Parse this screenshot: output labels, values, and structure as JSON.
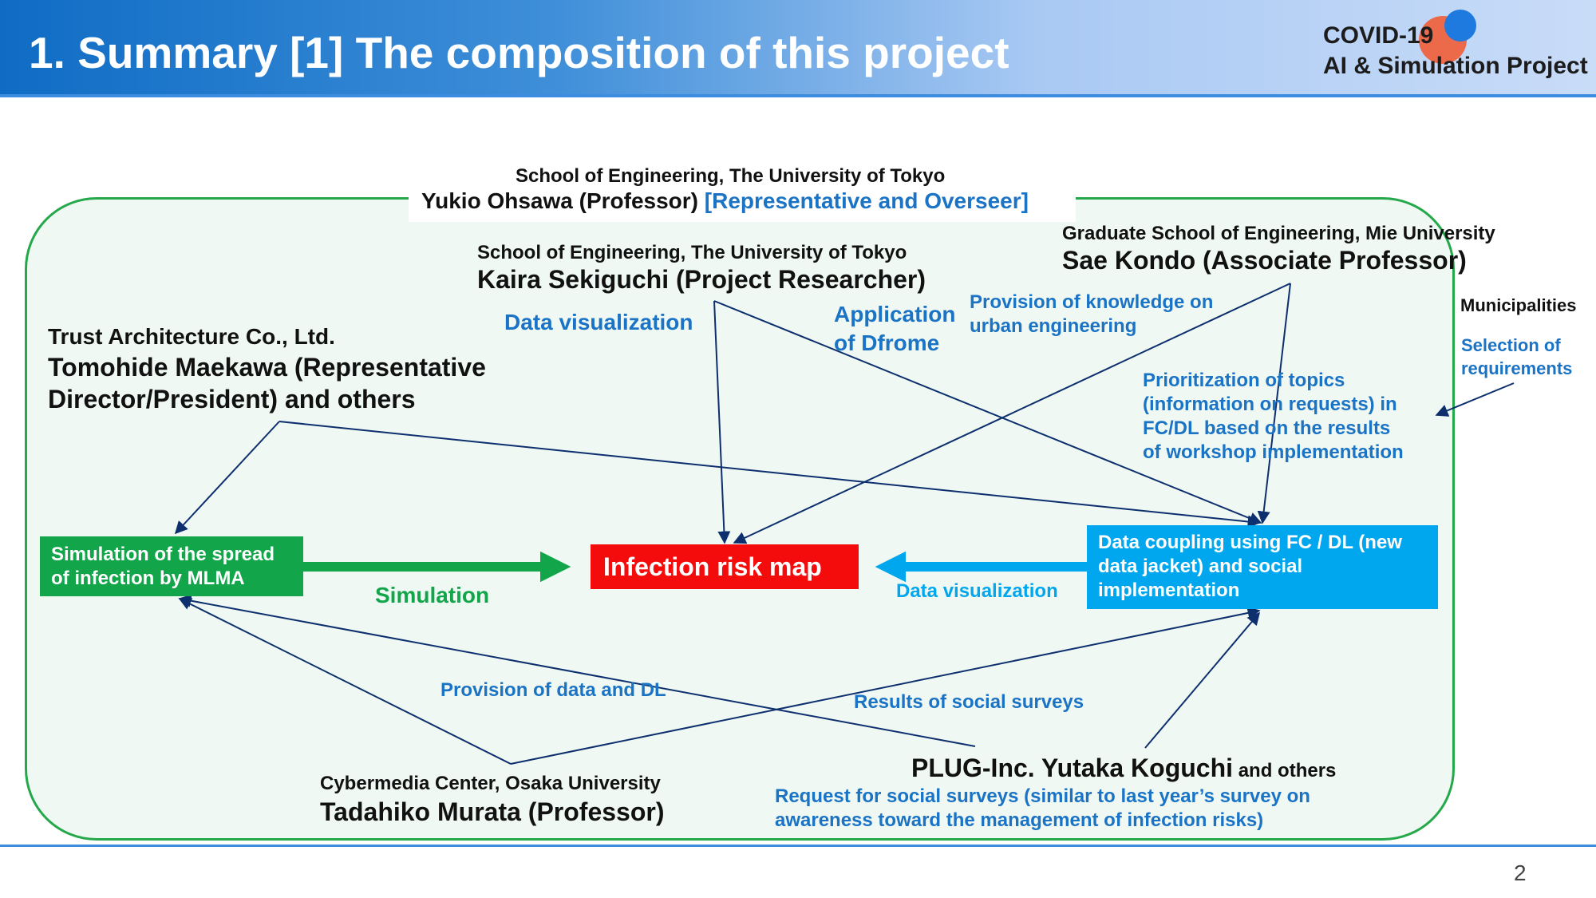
{
  "header": {
    "title": "1. Summary [1] The composition of this project",
    "logo_line1": "COVID-19",
    "logo_line2": "AI & Simulation Project"
  },
  "representative": {
    "org": "School of Engineering, The University of Tokyo",
    "name": "Yukio Ohsawa (Professor)",
    "role": "[Representative and Overseer]"
  },
  "sekiguchi": {
    "org": "School of Engineering, The University of Tokyo",
    "name": "Kaira Sekiguchi (Project Researcher)"
  },
  "kondo": {
    "org": "Graduate School of Engineering, Mie University",
    "name": "Sae Kondo (Associate Professor)"
  },
  "trust": {
    "org": "Trust Architecture Co., Ltd.",
    "name_line1": "Tomohide Maekawa (Representative",
    "name_line2": "Director/President) and others"
  },
  "municipalities": {
    "label": "Municipalities",
    "action_line1": "Selection of",
    "action_line2": "requirements"
  },
  "murata": {
    "org": "Cybermedia Center, Osaka University",
    "name": "Tadahiko Murata (Professor)"
  },
  "plug": {
    "name": "PLUG-Inc. Yutaka Koguchi",
    "suffix": " and others",
    "request_line1": "Request for social surveys (similar to last year’s survey on",
    "request_line2": "awareness toward the management of infection risks)"
  },
  "nodes": {
    "simulation": "Simulation of the spread\nof infection by MLMA",
    "risk_map": "Infection risk map",
    "coupling": "Data coupling using FC / DL (new\ndata jacket) and social\nimplementation"
  },
  "edge_labels": {
    "data_visualization_top": "Data visualization",
    "application_line1": "Application",
    "application_line2": "of Dfrome",
    "knowledge_line1": "Provision of knowledge on",
    "knowledge_line2": "urban engineering",
    "priority_line1": "Prioritization of topics",
    "priority_line2": "(information on requests) in",
    "priority_line3": "FC/DL based on the results",
    "priority_line4": "of workshop implementation",
    "simulation": "Simulation",
    "data_visualization_right": "Data visualization",
    "provision_data": "Provision of data and DL",
    "social_results": "Results of social surveys"
  },
  "colors": {
    "frame": "#25a84a",
    "simulation_node": "#12a54a",
    "risk_map_node": "#f40b0b",
    "coupling_node": "#00a7ee",
    "arrow": "#0d2f6e",
    "label_blue": "#1a73c4"
  },
  "page_number": "2"
}
